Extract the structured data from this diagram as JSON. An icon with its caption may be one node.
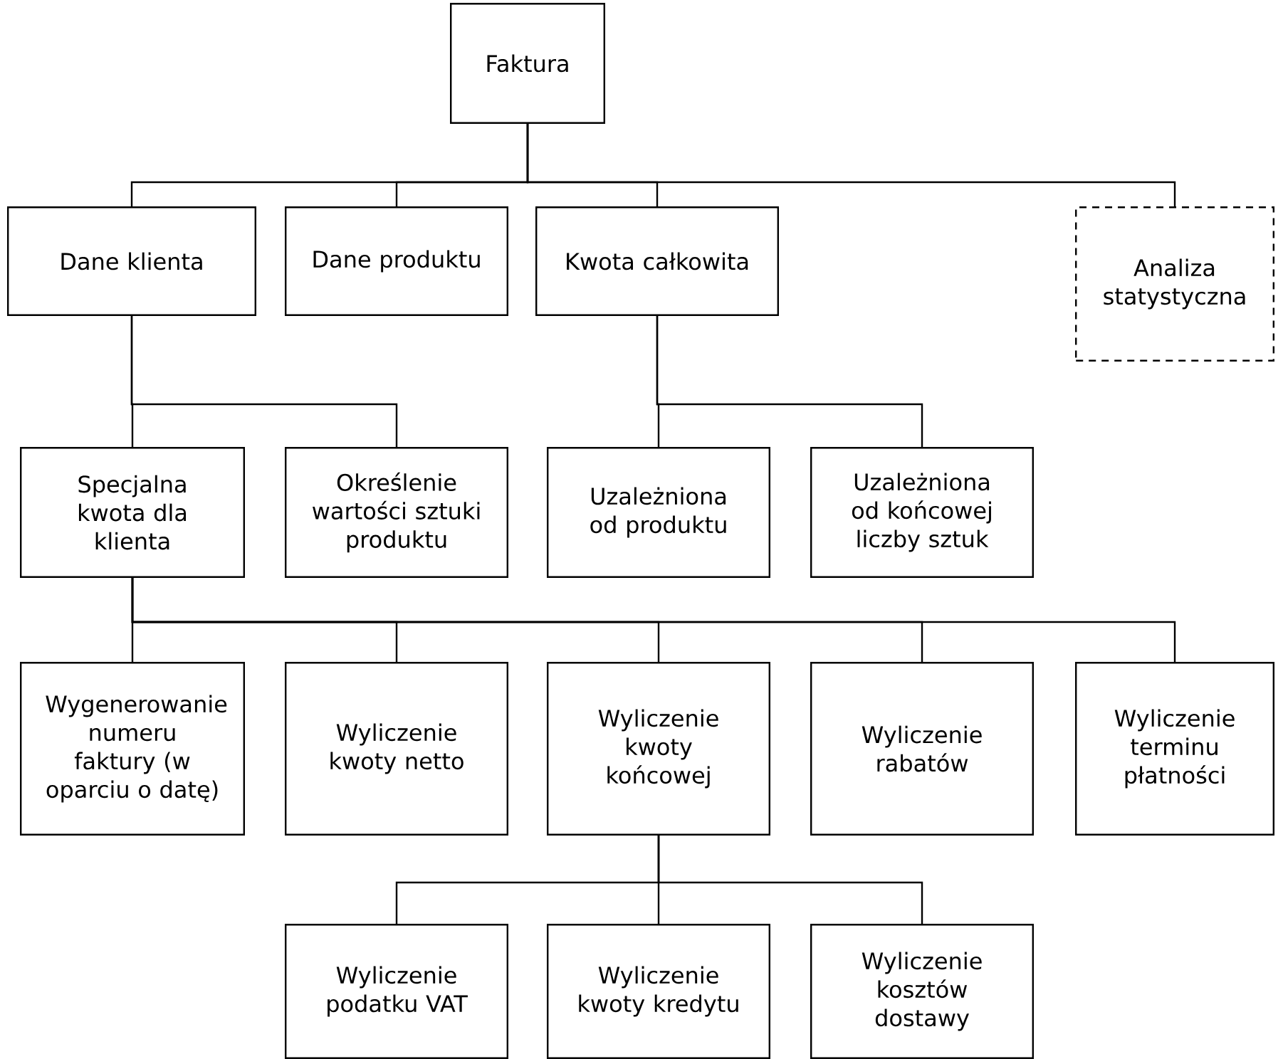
{
  "diagram": {
    "nodes": [
      {
        "text": [
          "Faktura"
        ]
      },
      {
        "text": [
          "Dane klienta"
        ]
      },
      {
        "text": [
          "Dane produktu"
        ]
      },
      {
        "text": [
          "Kwota całkowita"
        ]
      },
      {
        "text": [
          "Analiza statystyczna"
        ]
      },
      {
        "text": [
          "Specjalna kwota dla klienta"
        ]
      },
      {
        "text": [
          "Określenie wartości sztuki produktu"
        ]
      },
      {
        "text": [
          "Uzależniona od produktu"
        ]
      },
      {
        "text": [
          "Uzależniona od końcowej liczby sztuk"
        ]
      },
      {
        "text": [
          "Wygenerowanie numeru faktury (w oparciu o datę)"
        ]
      },
      {
        "text": [
          "Wyliczenie kwoty netto"
        ]
      },
      {
        "text": [
          "Wyliczenie kwoty końcowej"
        ]
      },
      {
        "text": [
          "Wyliczenie rabatów"
        ]
      },
      {
        "text": [
          "Wyliczenie terminu płatności"
        ]
      },
      {
        "text": [
          "Wyliczenie podatku VAT"
        ]
      },
      {
        "text": [
          "Wyliczenie kwoty kredytu"
        ]
      },
      {
        "text": [
          "Wyliczenie kosztów dostawy"
        ]
      }
    ],
    "edges": [
      {
        "from": 0,
        "to": 1,
        "arrow": "none"
      },
      {
        "from": 0,
        "to": 2,
        "arrow": "none"
      },
      {
        "from": 0,
        "to": 3,
        "arrow": "none"
      },
      {
        "from": 0,
        "to": 4,
        "arrow": "none"
      },
      {
        "from": 1,
        "to": 5,
        "arrow": "none"
      },
      {
        "from": 1,
        "to": 6,
        "arrow": "none"
      },
      {
        "from": 3,
        "to": 7,
        "arrow": "none"
      },
      {
        "from": 3,
        "to": 8,
        "arrow": "none"
      },
      {
        "from": 5,
        "to": 9,
        "arrow": "none"
      },
      {
        "from": 5,
        "to": 10,
        "arrow": "none"
      },
      {
        "from": 5,
        "to": 11,
        "arrow": "none"
      },
      {
        "from": 5,
        "to": 12,
        "arrow": "none"
      },
      {
        "from": 5,
        "to": 13,
        "arrow": "none"
      },
      {
        "from": 11,
        "to": 14,
        "arrow": "none"
      },
      {
        "from": 11,
        "to": 15,
        "arrow": "none"
      },
      {
        "from": 11,
        "to": 16,
        "arrow": "none"
      }
    ]
  }
}
